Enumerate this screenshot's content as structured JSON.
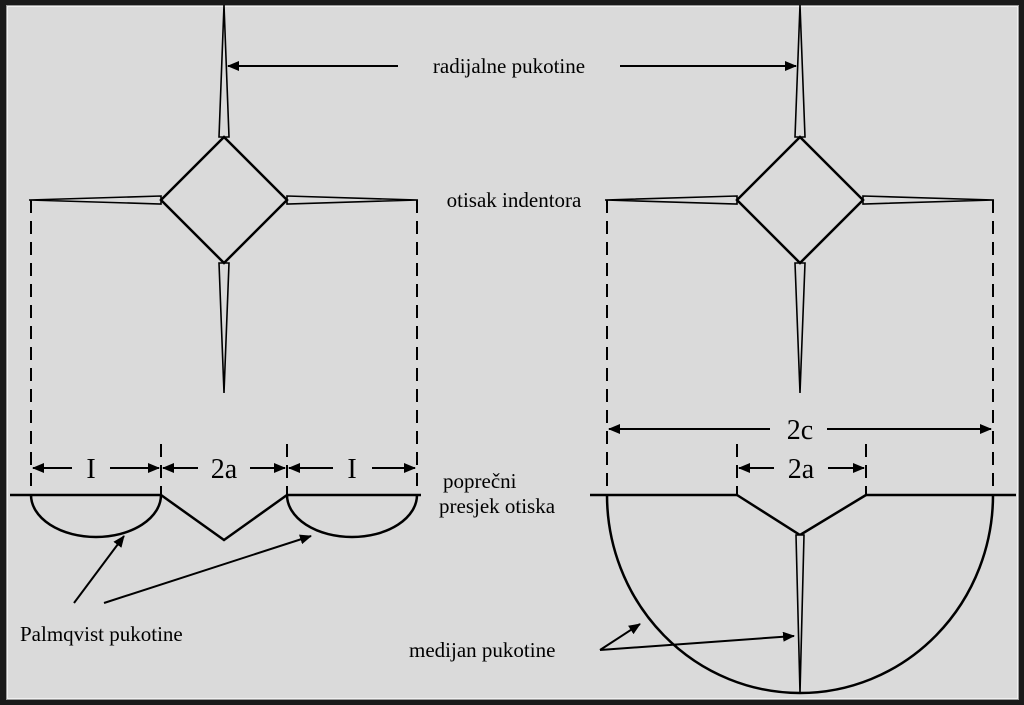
{
  "labels": {
    "radial_cracks": "radijalne pukotine",
    "indent_impression": "otisak indentora",
    "cross_section_line1": "poprečni",
    "cross_section_line2": "presjek otiska",
    "palmqvist_cracks": "Palmqvist pukotine",
    "median_cracks": "medijan pukotine"
  },
  "dimensions": {
    "crack_length": "I",
    "indent_diagonal": "2a",
    "crack_diameter": "2c"
  },
  "colors": {
    "background": "#dadada",
    "frame": "#1a1a1a",
    "ink": "#000000"
  }
}
